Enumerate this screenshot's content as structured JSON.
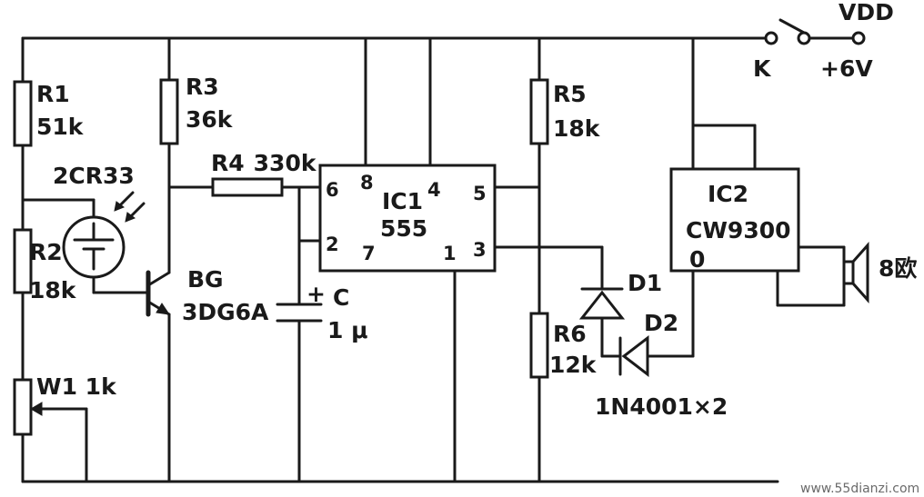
{
  "r1": {
    "name": "R1",
    "value": "51k"
  },
  "r2": {
    "name": "R2",
    "value": "18k"
  },
  "r3": {
    "name": "R3",
    "value": "36k"
  },
  "r4": {
    "name": "R4",
    "value": "330k"
  },
  "r5": {
    "name": "R5",
    "value": "18k"
  },
  "r6": {
    "name": "R6",
    "value": "12k"
  },
  "w1": {
    "label": "W1 1k"
  },
  "photocell": {
    "name": "2CR33"
  },
  "transistor": {
    "name": "BG",
    "model": "3DG6A"
  },
  "capacitor": {
    "name": "C",
    "value": "1 μ"
  },
  "ic1": {
    "name": "IC1",
    "model": "555",
    "pins": {
      "p6": "6",
      "p8": "8",
      "p4": "4",
      "p5": "5",
      "p2": "2",
      "p7": "7",
      "p1": "1",
      "p3": "3"
    }
  },
  "ic2": {
    "name": "IC2",
    "model": "CW9300",
    "pin_out": "0"
  },
  "switch": {
    "name": "K"
  },
  "supply": {
    "name": "VDD",
    "voltage": "+6V"
  },
  "diodes": {
    "d1": "D1",
    "d2": "D2",
    "part": "1N4001×2"
  },
  "speaker": {
    "label": "8欧"
  },
  "watermark": "www.55dianzi.com",
  "colors": {
    "ink": "#1a1a1a",
    "background": "#ffffff",
    "watermark": "#6a6a6a"
  }
}
